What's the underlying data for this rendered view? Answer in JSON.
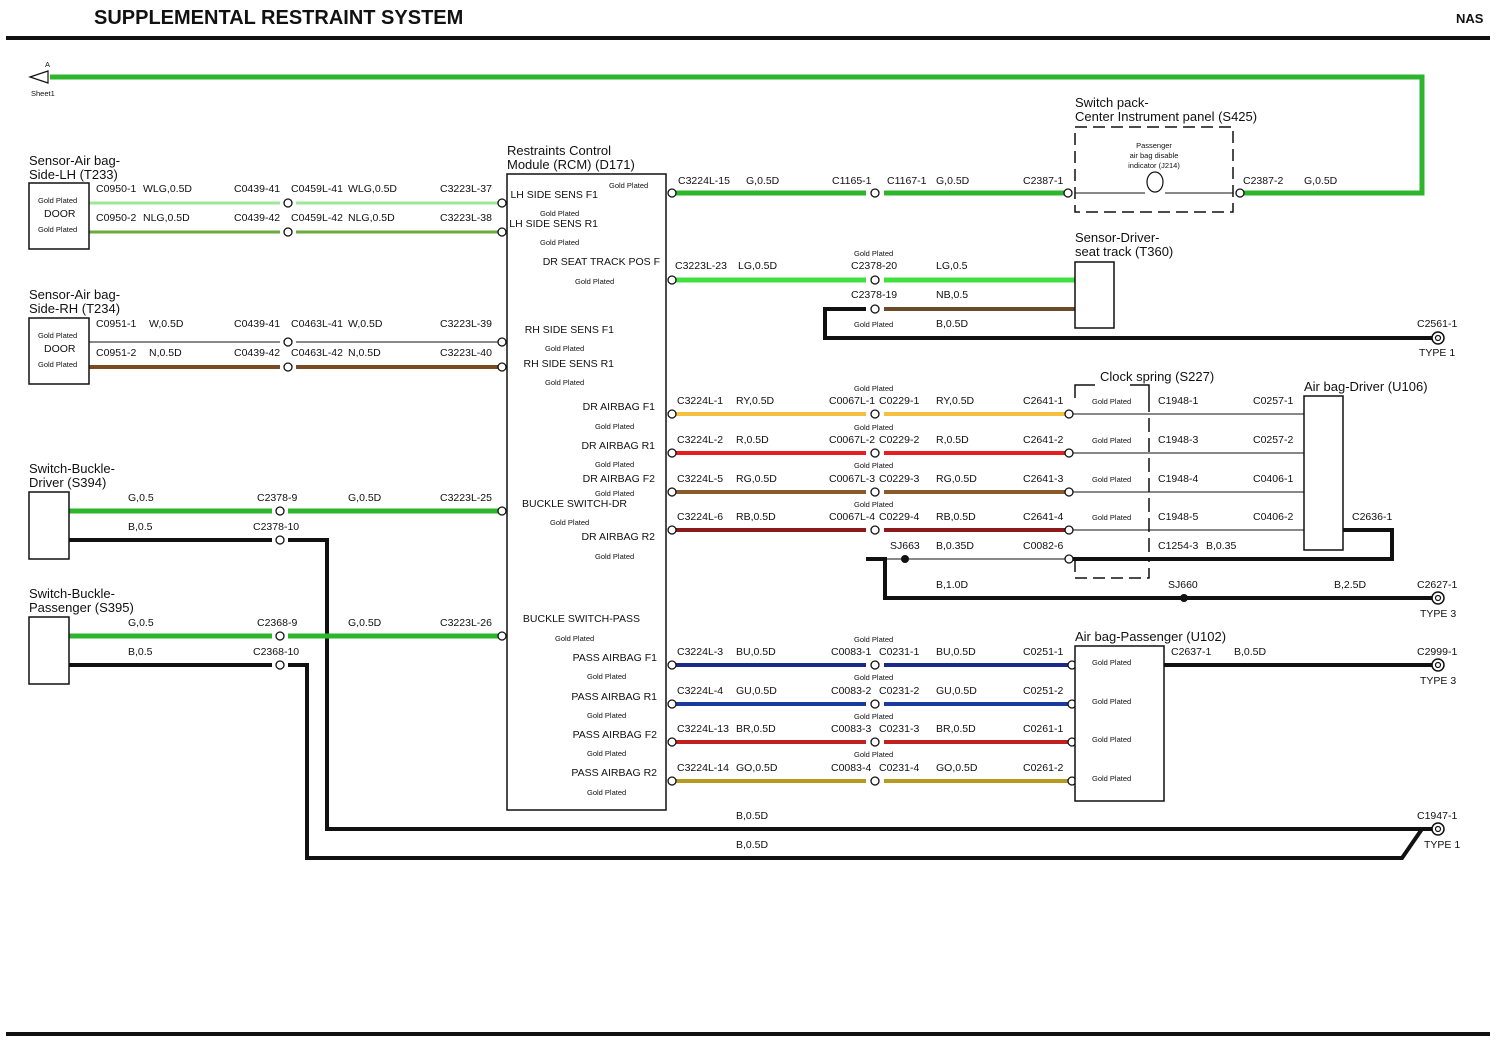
{
  "header": {
    "title": "SUPPLEMENTAL RESTRAINT SYSTEM",
    "market": "NAS"
  },
  "offsheet": {
    "letter": "A",
    "sheet": "Sheet1"
  },
  "common": {
    "gold_plated": "Gold Plated",
    "door": "DOOR"
  },
  "components": {
    "rcm": [
      "Restraints Control",
      "Module (RCM) (D171)"
    ],
    "side_lh": [
      "Sensor-Air bag-",
      "Side-LH (T233)"
    ],
    "side_rh": [
      "Sensor-Air bag-",
      "Side-RH (T234)"
    ],
    "buckle_dr": [
      "Switch-Buckle-",
      "Driver (S394)"
    ],
    "buckle_pass": [
      "Switch-Buckle-",
      "Passenger (S395)"
    ],
    "switch_pack": [
      "Switch pack-",
      "Center Instrument panel (S425)"
    ],
    "indicator": [
      "Passenger",
      "air bag disable",
      "indicator (J214)"
    ],
    "seat_track": [
      "Sensor-Driver-",
      "seat track (T360)"
    ],
    "clock_spring": "Clock spring (S227)",
    "airbag_driver": "Air bag-Driver (U106)",
    "airbag_pass": "Air bag-Passenger (U102)"
  },
  "rcm_pins": [
    "LH SIDE SENS F1",
    "LH SIDE SENS R1",
    "DR SEAT TRACK POS F",
    "RH SIDE SENS F1",
    "RH SIDE SENS R1",
    "DR AIRBAG F1",
    "DR AIRBAG R1",
    "DR AIRBAG F2",
    "BUCKLE SWITCH-DR",
    "DR AIRBAG R2",
    "BUCKLE SWITCH-PASS",
    "PASS AIRBAG F1",
    "PASS AIRBAG R1",
    "PASS AIRBAG F2",
    "PASS AIRBAG R2"
  ],
  "labels": {
    "a1": "C3224L-15",
    "a2": "G,0.5D",
    "a3": "C1165-1",
    "a4": "C1167-1",
    "a5": "G,0.5D",
    "a6": "C2387-1",
    "a7": "C2387-2",
    "a8": "G,0.5D",
    "b1": "C0950-1",
    "b2": "WLG,0.5D",
    "b3": "C0439-41",
    "b4": "C0459L-41",
    "b5": "WLG,0.5D",
    "b6": "C3223L-37",
    "c1": "C0950-2",
    "c2": "NLG,0.5D",
    "c3": "C0439-42",
    "c4": "C0459L-42",
    "c5": "NLG,0.5D",
    "c6": "C3223L-38",
    "d1": "C3223L-23",
    "d2": "LG,0.5D",
    "d3": "C2378-20",
    "d4": "LG,0.5",
    "e1": "C2378-19",
    "e2": "NB,0.5",
    "e3": "B,0.5D",
    "e4": "C2561-1",
    "e5": "TYPE 1",
    "f1": "C0951-1",
    "f2": "W,0.5D",
    "f3": "C0439-41",
    "f4": "C0463L-41",
    "f5": "W,0.5D",
    "f6": "C3223L-39",
    "g1": "C0951-2",
    "g2": "N,0.5D",
    "g3": "C0439-42",
    "g4": "C0463L-42",
    "g5": "N,0.5D",
    "g6": "C3223L-40",
    "h1": "C3224L-1",
    "h2": "RY,0.5D",
    "h3": "C0067L-1",
    "h4": "C0229-1",
    "h5": "RY,0.5D",
    "h6": "C2641-1",
    "h7": "C1948-1",
    "h8": "C0257-1",
    "i1": "C3224L-2",
    "i2": "R,0.5D",
    "i3": "C0067L-2",
    "i4": "C0229-2",
    "i5": "R,0.5D",
    "i6": "C2641-2",
    "i7": "C1948-3",
    "i8": "C0257-2",
    "j1": "C3224L-5",
    "j2": "RG,0.5D",
    "j3": "C0067L-3",
    "j4": "C0229-3",
    "j5": "RG,0.5D",
    "j6": "C2641-3",
    "j7": "C1948-4",
    "j8": "C0406-1",
    "k1": "C3224L-6",
    "k2": "RB,0.5D",
    "k3": "C0067L-4",
    "k4": "C0229-4",
    "k5": "RB,0.5D",
    "k6": "C2641-4",
    "k7": "C1948-5",
    "k8": "C0406-2",
    "k9": "C2636-1",
    "l1": "SJ663",
    "l2": "B,0.35D",
    "l3": "C0082-6",
    "l4": "C1254-3",
    "l5": "B,0.35",
    "m1": "B,1.0D",
    "m2": "SJ660",
    "m3": "B,2.5D",
    "m4": "C2627-1",
    "m5": "TYPE 3",
    "n1": "G,0.5",
    "n2": "C2378-9",
    "n3": "G,0.5D",
    "n4": "C3223L-25",
    "o1": "B,0.5",
    "o2": "C2378-10",
    "p1": "G,0.5",
    "p2": "C2368-9",
    "p3": "G,0.5D",
    "p4": "C3223L-26",
    "q1": "B,0.5",
    "q2": "C2368-10",
    "r1": "C3224L-3",
    "r2": "BU,0.5D",
    "r3": "C0083-1",
    "r4": "C0231-1",
    "r5": "BU,0.5D",
    "r6": "C0251-1",
    "r7": "C2637-1",
    "r8": "B,0.5D",
    "r9": "C2999-1",
    "r10": "TYPE 3",
    "s1": "C3224L-4",
    "s2": "GU,0.5D",
    "s3": "C0083-2",
    "s4": "C0231-2",
    "s5": "GU,0.5D",
    "s6": "C0251-2",
    "t1": "C3224L-13",
    "t2": "BR,0.5D",
    "t3": "C0083-3",
    "t4": "C0231-3",
    "t5": "BR,0.5D",
    "t6": "C0261-1",
    "u1": "C3224L-14",
    "u2": "GO,0.5D",
    "u3": "C0083-4",
    "u4": "C0231-4",
    "u5": "GO,0.5D",
    "u6": "C0261-2",
    "v1": "B,0.5D",
    "v2": "C1947-1",
    "v3": "B,0.5D",
    "v4": "TYPE 1"
  },
  "colors": {
    "G": "#2db52d",
    "LG": "#3fe03f",
    "W": "#ffffff",
    "N": "#7a4a22",
    "NB": "#6b4a2a",
    "B": "#111111",
    "RY": "#f5c040",
    "R": "#e81e1e",
    "RG": "#8a5a2a",
    "RB": "#8b1a1a",
    "BU": "#1a2a8a",
    "GU": "#1a3aa0",
    "BR": "#c02020",
    "GO": "#b89a20",
    "WLG": "#9be89b",
    "NLG": "#6aaa3a"
  }
}
